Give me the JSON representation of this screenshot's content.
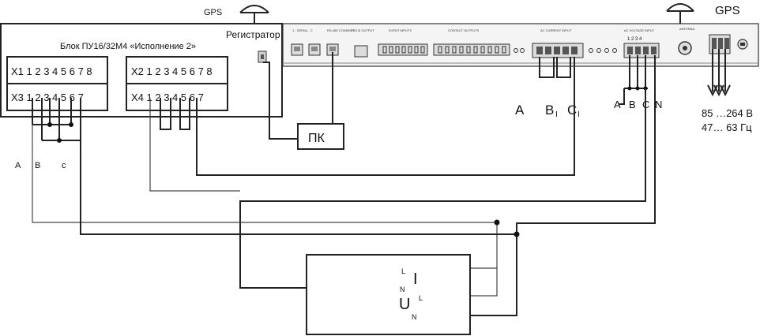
{
  "unit": {
    "title": "Блок ПУ16/32М4 «Исполнение 2»",
    "gps": "GPS",
    "x1": "X1 1 2 3 4 5 6 7 8",
    "x2": "X2 1 2 3 4 5 6 7 8",
    "x3": "X3 1 2 3  4 5 6 7",
    "x4": "X4 1 2 3  4 5 6 7"
  },
  "recorder": {
    "title": "Регистратор",
    "gps": "GPS",
    "labels": {
      "serial": "1 - SERIAL - 2",
      "rs485": "RS-485 CONNECT",
      "irig": "IRIG-B OUTPUT",
      "event": "EVENT INPUTS",
      "contact": "CONTACT OUTPUTS",
      "ac_current": "AC CURRENT INPUT",
      "ac_voltage": "AC VOLTAGE INPUT",
      "antenna": "ANTENNA",
      "terminals": "1 2 3 4"
    }
  },
  "pc": {
    "label": "ПК"
  },
  "current_labels": {
    "a": "A",
    "b": "B",
    "b_sub": "I",
    "c": "C",
    "c_sub": "I"
  },
  "voltage_labels": {
    "a": "A",
    "b": "B",
    "c": "C",
    "n": "N"
  },
  "power": {
    "line1": "85 …264 В",
    "line2": "47… 63 Гц"
  },
  "phase_labels": {
    "a": "A",
    "b": "B",
    "c": "c"
  },
  "source": {
    "l1": "L",
    "n1": "N",
    "i": "I",
    "u": "U",
    "l2": "L",
    "n2": "N"
  }
}
